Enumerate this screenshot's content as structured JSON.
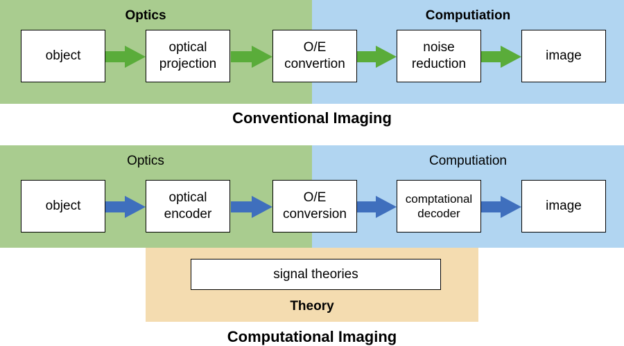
{
  "conventional": {
    "optics_label": "Optics",
    "computation_label": "Computiation",
    "title": "Conventional Imaging",
    "boxes": {
      "object": "object",
      "projection": "optical\nprojection",
      "oe": "O/E\nconvertion",
      "noise": "noise\nreduction",
      "image": "image"
    },
    "arrow_color": "#5aac3a"
  },
  "computational": {
    "optics_label": "Optics",
    "computation_label": "Computiation",
    "theory_label": "Theory",
    "title": "Computational Imaging",
    "boxes": {
      "object": "object",
      "encoder": "optical\nencoder",
      "oe": "O/E\nconversion",
      "decoder": "comptational\ndecoder",
      "image": "image",
      "signal": "signal theories"
    },
    "arrow_color": "#3f6fbd"
  },
  "colors": {
    "optics_bg": "#a9cc8f",
    "computation_bg": "#b1d5f1",
    "theory_bg": "#f4dcb0"
  }
}
